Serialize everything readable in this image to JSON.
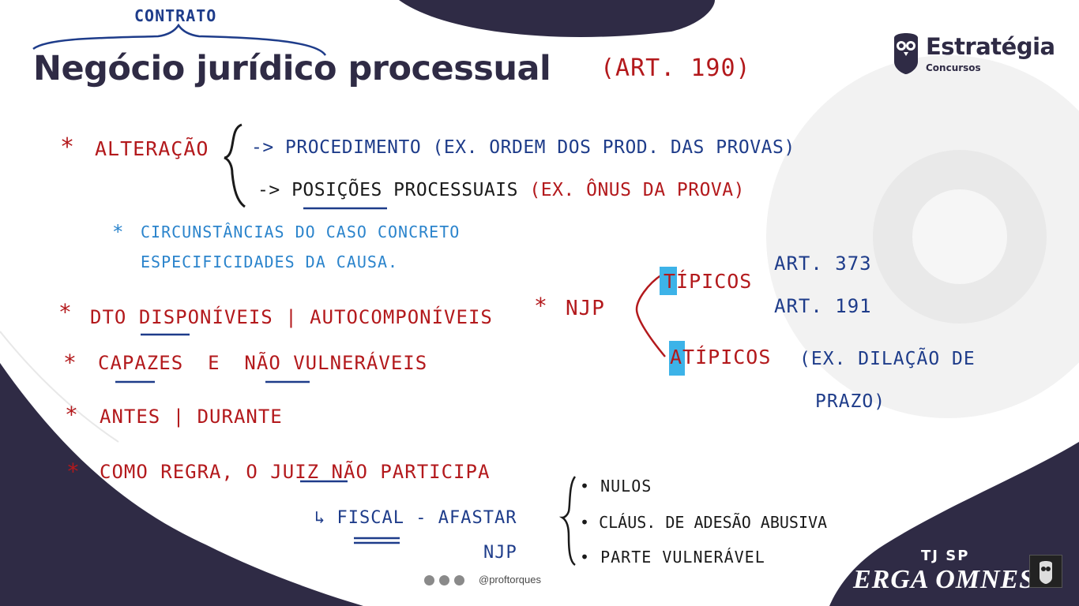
{
  "slide": {
    "title": "Negócio jurídico processual",
    "title_annotation": "CONTRATO",
    "article_ref": "(ART. 190)"
  },
  "brand": {
    "name": "Estratégia",
    "subtitle": "Concursos",
    "course_line1": "TJ SP",
    "course_line2": "ERGA OMNES",
    "owl_icon": "owl-icon"
  },
  "notes": {
    "alteracao": {
      "bullet": "*",
      "label": "ALTERAÇÃO",
      "item1": "-> PROCEDIMENTO (EX. ORDEM DOS PROD. DAS PROVAS)",
      "item2_arrow": "->",
      "item2_head": "POSIÇÕES PROCESSUAIS",
      "item2_tail": "(EX. ÔNUS DA PROVA)"
    },
    "circunstancias": {
      "bullet": "*",
      "line1": "CIRCUNSTÂNCIAS DO CASO CONCRETO",
      "line2": "ESPECIFICIDADES DA CAUSA."
    },
    "direitos": {
      "bullet": "*",
      "text_a": "DTO",
      "text_b": "DISPONÍVEIS",
      "text_c": "| AUTOCOMPONÍVEIS"
    },
    "capazes": {
      "bullet": "*",
      "text_a": "CAPAZES",
      "text_b": "E",
      "text_c": "NÃO",
      "text_d": "VULNERÁVEIS"
    },
    "antes": {
      "bullet": "*",
      "text": "ANTES | DURANTE"
    },
    "juiz": {
      "bullet": "*",
      "text_a": "COMO REGRA, O",
      "text_b": "JUIZ",
      "text_c": "NÃO PARTICIPA",
      "fiscal_arrow": "↳",
      "fiscal": "FISCAL",
      "afastar": "- AFASTAR",
      "njp": "NJP",
      "items": [
        "• NULOS",
        "• CLÁUS. DE ADESÃO ABUSIVA",
        "• PARTE VULNERÁVEL"
      ]
    },
    "njp": {
      "bullet": "*",
      "label": "NJP",
      "tipicos": "TÍPICOS",
      "atipicos": "ATÍPICOS",
      "art1": "ART. 373",
      "art2": "ART. 191",
      "ex_line1": "(EX. DILAÇÃO DE",
      "ex_line2": "PRAZO)"
    }
  },
  "footer": {
    "handle": "@proftorques"
  },
  "colors": {
    "red_ink": "#b3191c",
    "blue_ink": "#1e3c8a",
    "light_blue_ink": "#2b84cc",
    "dark_purple": "#2f2b45",
    "highlight": "#3db3e8"
  }
}
